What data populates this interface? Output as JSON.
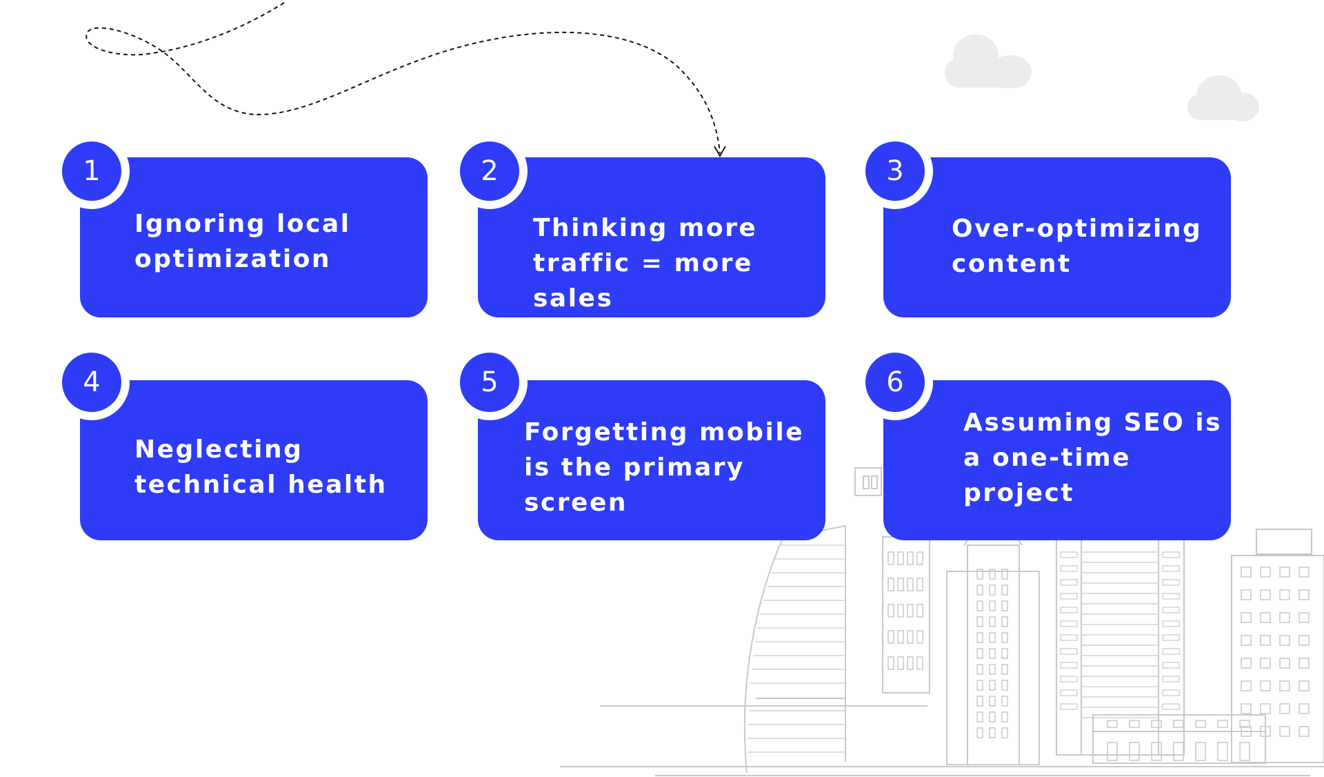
{
  "colors": {
    "card": "#2e3bf7",
    "card_text": "#ffffff",
    "background": "#ffffff",
    "illustration_line": "#c9c9c9",
    "cloud": "#ececec"
  },
  "decor": {
    "flight_path": "dashed-curve-arrow",
    "clouds": "cloud-icon",
    "skyline": "city-skyline-illustration"
  },
  "items": [
    {
      "number": "1",
      "text": "Ignoring local\noptimization"
    },
    {
      "number": "2",
      "text": "Thinking more\ntraffic = more sales"
    },
    {
      "number": "3",
      "text": "Over-optimizing\ncontent"
    },
    {
      "number": "4",
      "text": "Neglecting\ntechnical health"
    },
    {
      "number": "5",
      "text": "Forgetting mobile\nis the primary\nscreen"
    },
    {
      "number": "6",
      "text": "Assuming SEO is\na one-time\nproject"
    }
  ]
}
